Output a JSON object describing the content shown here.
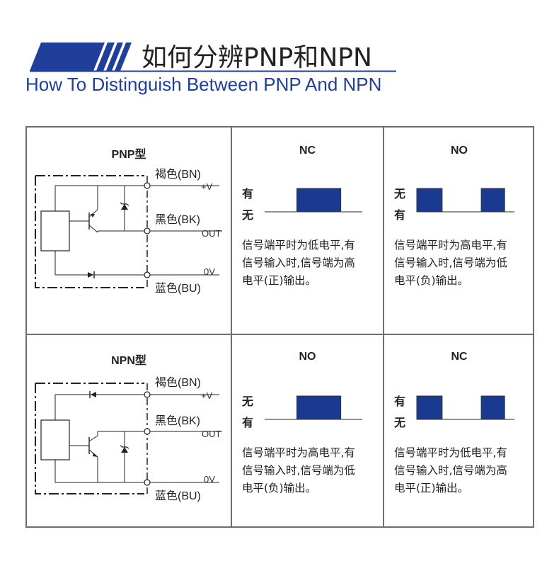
{
  "header": {
    "title_cn": "如何分辨PNP和NPN",
    "title_en": "How To Distinguish Between PNP And NPN"
  },
  "colors": {
    "accent": "#1f3f9a",
    "signal": "#1a3a92",
    "border": "#6e6e6e"
  },
  "rows": [
    {
      "type_label": "PNP型",
      "wires": {
        "brown": "褐色(BN)",
        "black": "黑色(BK)",
        "blue": "蓝色(BU)"
      },
      "terminals": {
        "vplus": "+V",
        "out": "OUT",
        "zero": "0V"
      },
      "cells": [
        {
          "title": "NC",
          "level_top": "有",
          "level_bottom": "无",
          "pulses": [
            {
              "start": 0.33,
              "end": 0.78
            }
          ],
          "desc": [
            "信号端平时为低电平,有",
            "信号输入时,信号端为高",
            "电平(正)输出。"
          ]
        },
        {
          "title": "NO",
          "level_top": "无",
          "level_bottom": "有",
          "pulses": [
            {
              "start": 0.0,
              "end": 0.26
            },
            {
              "start": 0.66,
              "end": 0.9
            }
          ],
          "desc": [
            "信号端平时为高电平,有",
            "信号输入时,信号端为低",
            "电平(负)输出。"
          ]
        }
      ]
    },
    {
      "type_label": "NPN型",
      "wires": {
        "brown": "褐色(BN)",
        "black": "黑色(BK)",
        "blue": "蓝色(BU)"
      },
      "terminals": {
        "vplus": "+V",
        "out": "OUT",
        "zero": "0V"
      },
      "cells": [
        {
          "title": "NO",
          "level_top": "无",
          "level_bottom": "有",
          "pulses": [
            {
              "start": 0.33,
              "end": 0.78
            }
          ],
          "desc": [
            "信号端平时为高电平,有",
            "信号输入时,信号端为低",
            "电平(负)输出。"
          ]
        },
        {
          "title": "NC",
          "level_top": "有",
          "level_bottom": "无",
          "pulses": [
            {
              "start": 0.0,
              "end": 0.26
            },
            {
              "start": 0.66,
              "end": 0.9
            }
          ],
          "desc": [
            "信号端平时为低电平,有",
            "信号输入时,信号端为高",
            "电平(正)输出。"
          ]
        }
      ]
    }
  ]
}
